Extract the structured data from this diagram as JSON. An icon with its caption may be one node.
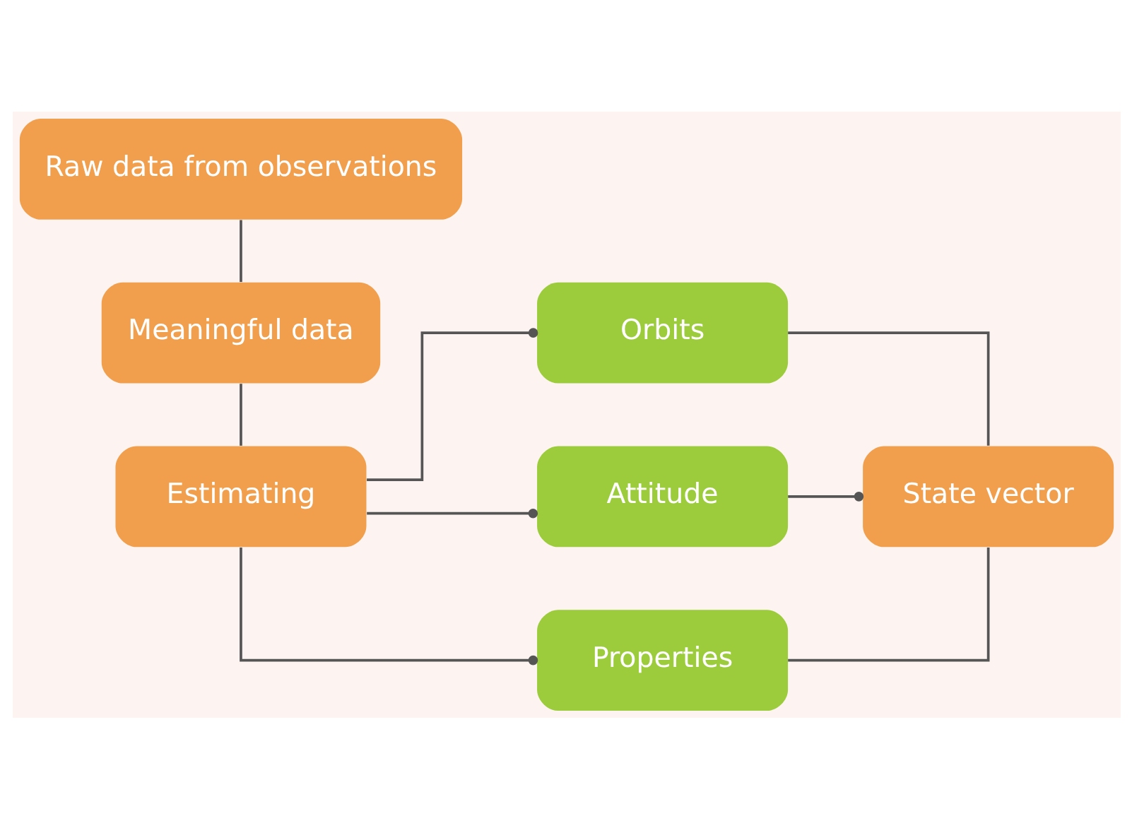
{
  "diagram": {
    "nodes": [
      {
        "text": [
          "Raw data from observations"
        ]
      },
      {
        "text": [
          "Meaningful data"
        ]
      },
      {
        "text": [
          "Estimating"
        ]
      },
      {
        "text": [
          "Orbits"
        ]
      },
      {
        "text": [
          "Attitude"
        ]
      },
      {
        "text": [
          "Properties"
        ]
      },
      {
        "text": [
          "State vector"
        ]
      }
    ],
    "edges": [
      {
        "from": 0,
        "to": 1,
        "arrow": "none"
      },
      {
        "from": 1,
        "to": 2,
        "arrow": "none"
      },
      {
        "from": 2,
        "to": 3,
        "arrow": "other"
      },
      {
        "from": 2,
        "to": 4,
        "arrow": "other"
      },
      {
        "from": 2,
        "to": 5,
        "arrow": "other"
      },
      {
        "from": 3,
        "to": 6,
        "arrow": "none"
      },
      {
        "from": 4,
        "to": 6,
        "arrow": "other"
      },
      {
        "from": 5,
        "to": 6,
        "arrow": "none"
      }
    ]
  }
}
